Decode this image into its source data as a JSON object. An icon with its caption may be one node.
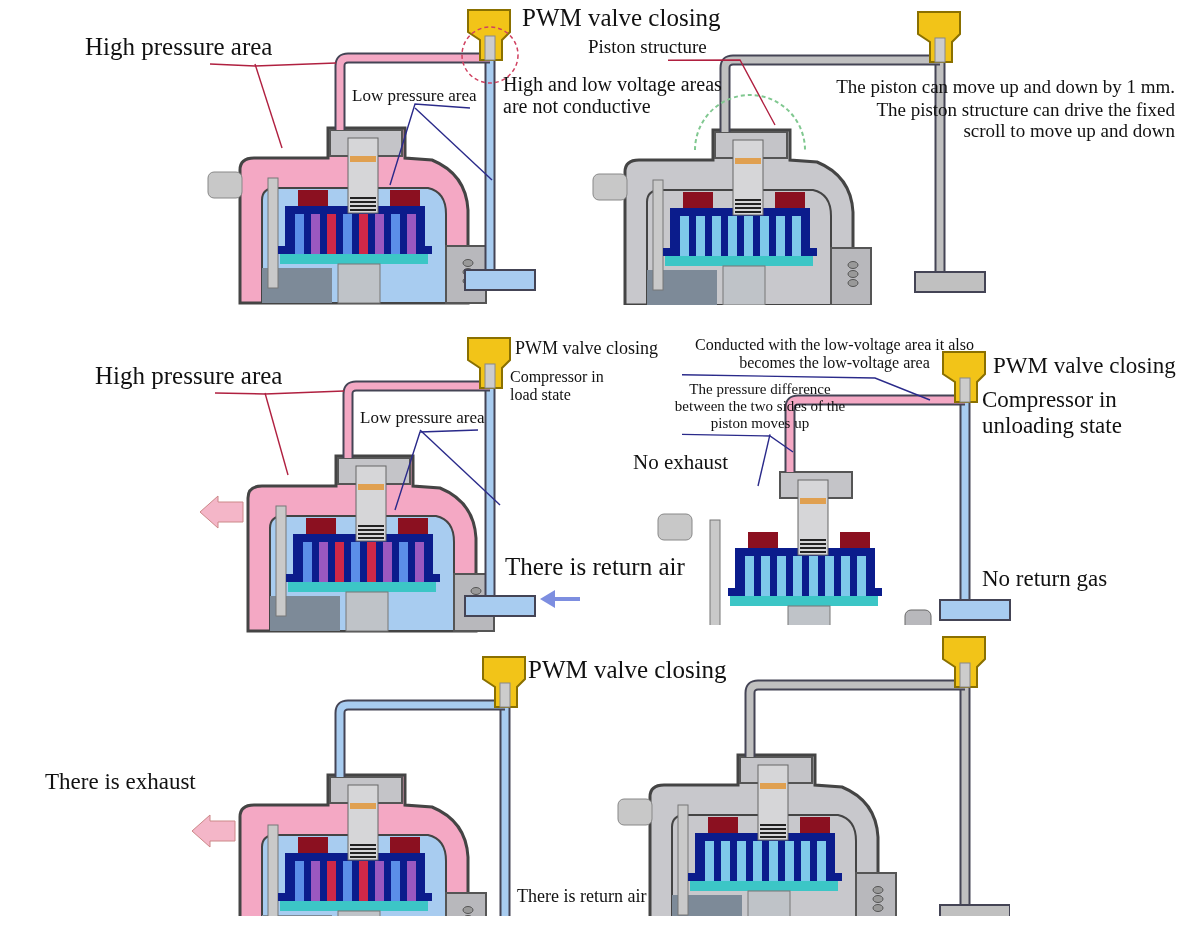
{
  "diagram": {
    "nodes": [
      {
        "text": [
          "High pressure area"
        ]
      },
      {
        "text": [
          "Low pressure area"
        ]
      },
      {
        "text": [
          "Piston structure"
        ]
      },
      {
        "text": [
          "High pressure area"
        ]
      },
      {
        "text": [
          "Low pressure area"
        ]
      },
      {
        "text": [
          "Conducted with the low-voltage area it also becomes the low-voltage area"
        ]
      },
      {
        "text": [
          "The pressure difference between the two sides of the piston moves up"
        ]
      }
    ],
    "edges": [
      {
        "from": 0,
        "to": null,
        "arrow": "none",
        "color": "#b02040"
      },
      {
        "from": 0,
        "to": null,
        "arrow": "none",
        "color": "#b02040"
      },
      {
        "from": 1,
        "to": null,
        "arrow": "none"
      },
      {
        "from": 1,
        "to": null,
        "arrow": "none"
      },
      {
        "from": 2,
        "to": null,
        "arrow": "none",
        "color": "#b02040"
      },
      {
        "from": 3,
        "to": null,
        "arrow": "none",
        "color": "#b02040"
      },
      {
        "from": 3,
        "to": null,
        "arrow": "none",
        "color": "#b02040"
      },
      {
        "from": 4,
        "to": null,
        "arrow": "none"
      },
      {
        "from": 4,
        "to": null,
        "arrow": "none"
      },
      {
        "from": 5,
        "to": null,
        "arrow": "none"
      },
      {
        "from": 6,
        "to": null,
        "arrow": "none"
      },
      {
        "from": 6,
        "to": null,
        "arrow": "none"
      }
    ],
    "labels": [
      "PWM valve closing",
      "High and low voltage areas are not conductive",
      "The piston can move up and down by 1 mm.",
      "The piston structure can drive the fixed scroll to move up and down",
      "PWM valve closing",
      "Compressor in load state",
      "PWM valve closing",
      "Compressor in unloading state",
      "No exhaust",
      "There is return air",
      "No return gas",
      "PWM valve closing",
      "There is exhaust",
      "There is return air"
    ]
  }
}
